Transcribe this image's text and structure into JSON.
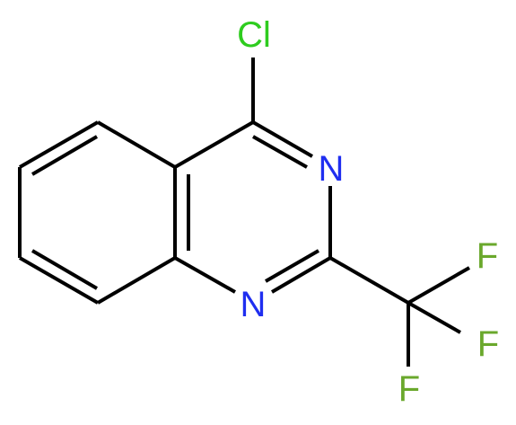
{
  "molecule": {
    "atoms": {
      "cl": {
        "label": "Cl",
        "color": "#2ecc1f"
      },
      "n3": {
        "label": "N",
        "color": "#1f2ef0"
      },
      "n1": {
        "label": "N",
        "color": "#1f2ef0"
      },
      "f_top": {
        "label": "F",
        "color": "#6aa82c"
      },
      "f_mid": {
        "label": "F",
        "color": "#6aa82c"
      },
      "f_bot": {
        "label": "F",
        "color": "#6aa82c"
      }
    },
    "bond_color": "#000000"
  }
}
